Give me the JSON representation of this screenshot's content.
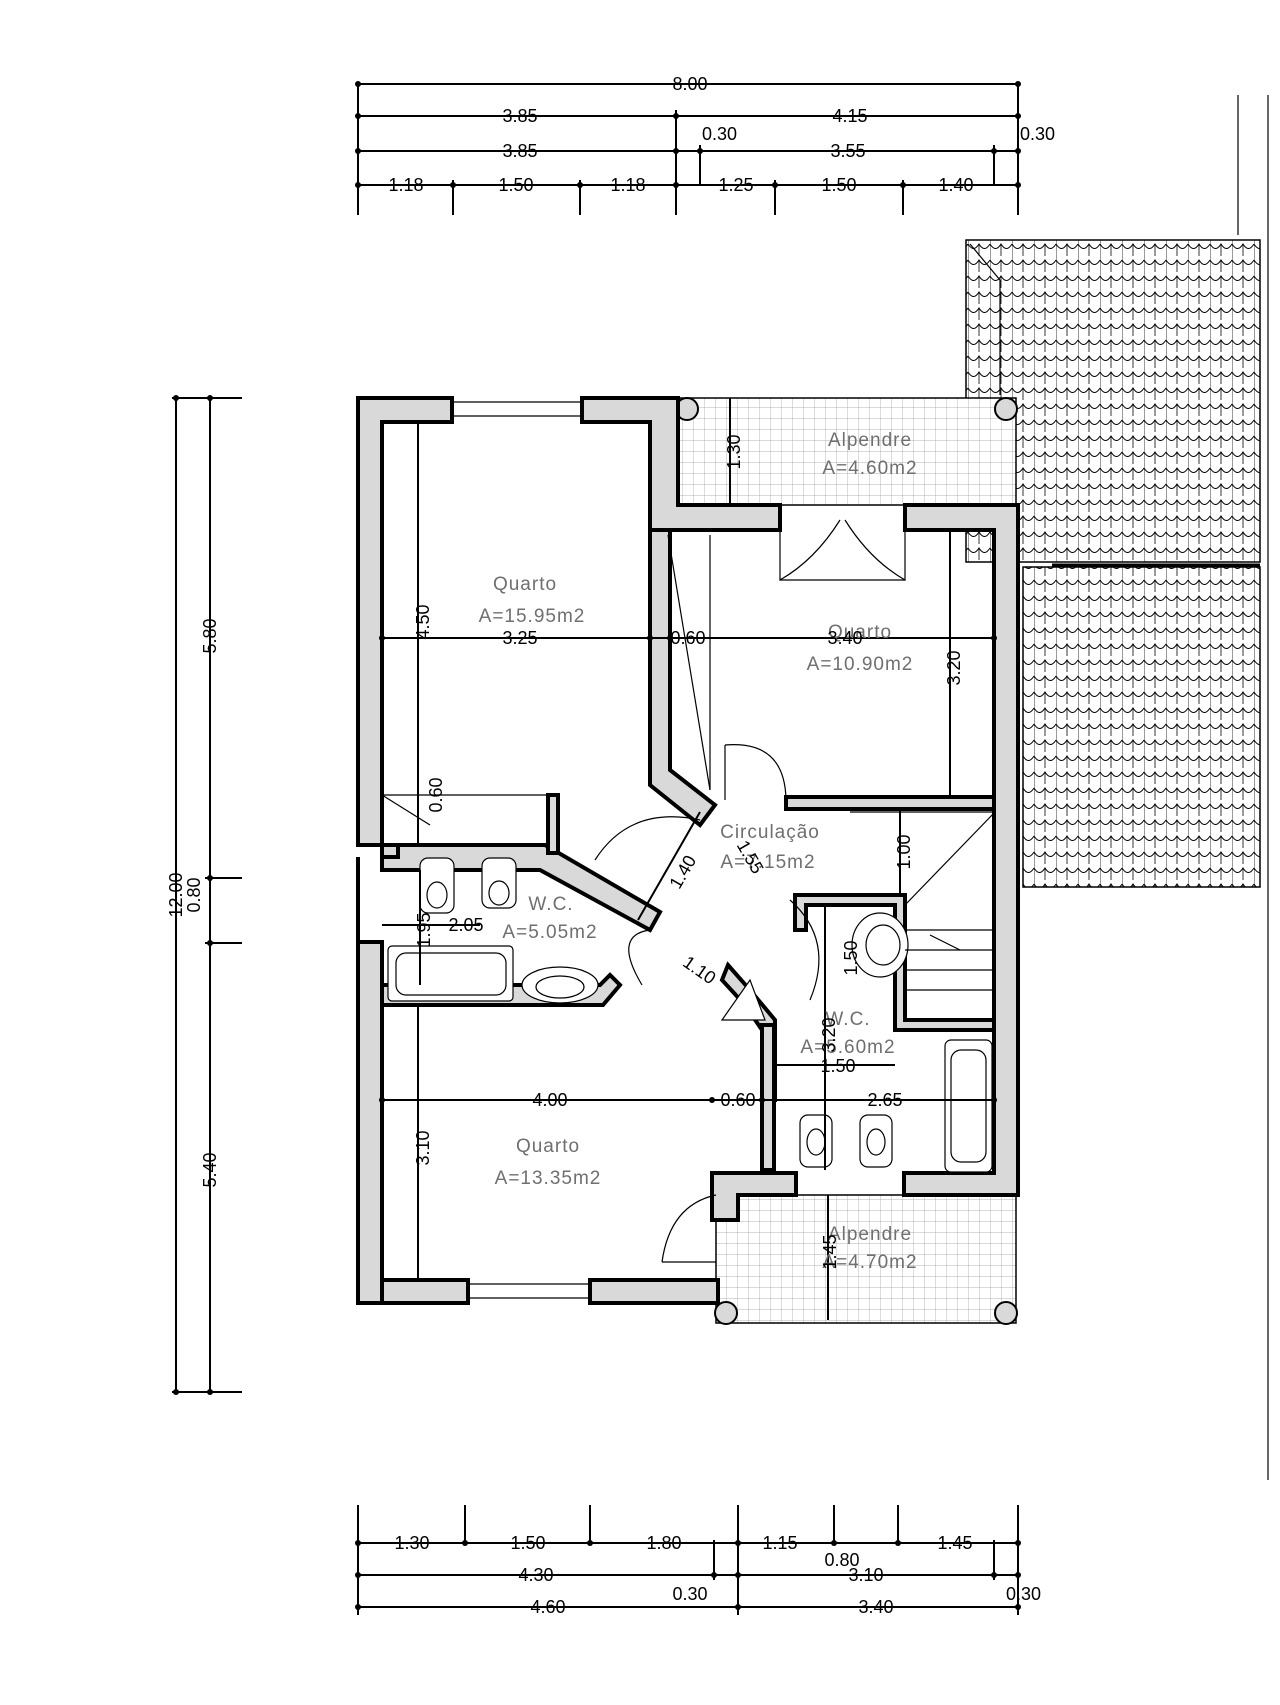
{
  "plan": {
    "dims_top": {
      "row1": [
        "8.00"
      ],
      "row2": [
        "3.85",
        "4.15"
      ],
      "row3": [
        "3.85",
        "0.30",
        "3.55",
        "0.30"
      ],
      "row4": [
        "1.18",
        "1.50",
        "1.18",
        "1.25",
        "1.50",
        "1.40"
      ]
    },
    "dims_bottom": {
      "row1": [
        "1.30",
        "1.50",
        "1.80",
        "1.15",
        "0.80",
        "1.45"
      ],
      "row2": [
        "4.30",
        "0.30",
        "3.10",
        "0.30"
      ],
      "row3": [
        "4.60",
        "3.40"
      ]
    },
    "dims_left": {
      "total": "12.00",
      "upper": "5.80",
      "middle": "0.80",
      "lower": "5.40"
    },
    "rooms": [
      {
        "name": "Quarto",
        "area": "A=15.95m2"
      },
      {
        "name": "Quarto",
        "area": "A=10.90m2"
      },
      {
        "name": "Quarto",
        "area": "A=13.35m2"
      },
      {
        "name": "Alpendre",
        "area": "A=4.60m2"
      },
      {
        "name": "Alpendre",
        "area": "A=4.70m2"
      },
      {
        "name": "Circulação",
        "area": "A=7.15m2"
      },
      {
        "name": "W.C.",
        "area": "A=5.05m2"
      },
      {
        "name": "W.C.",
        "area": "A=5.60m2"
      }
    ],
    "interior_dims": {
      "q1_height": "4.50",
      "q1_width": "3.25",
      "wall_gap": "0.60",
      "q2_width": "3.40",
      "q2_height": "3.20",
      "alp_top_depth": "1.30",
      "closet_depth": "0.60",
      "circ_a": "1.40",
      "circ_b": "1.55",
      "circ_c": "1.10",
      "stair_gap": "1.00",
      "wc1_width": "2.05",
      "wc1_height": "1.95",
      "wc2_sink": "1.50",
      "wc2_height": "3.20",
      "wc2_width": "1.50",
      "q3_width": "4.00",
      "wall_gap2": "0.60",
      "q3_right": "2.65",
      "q3_height": "3.10",
      "alp_bottom_depth": "1.45"
    }
  }
}
